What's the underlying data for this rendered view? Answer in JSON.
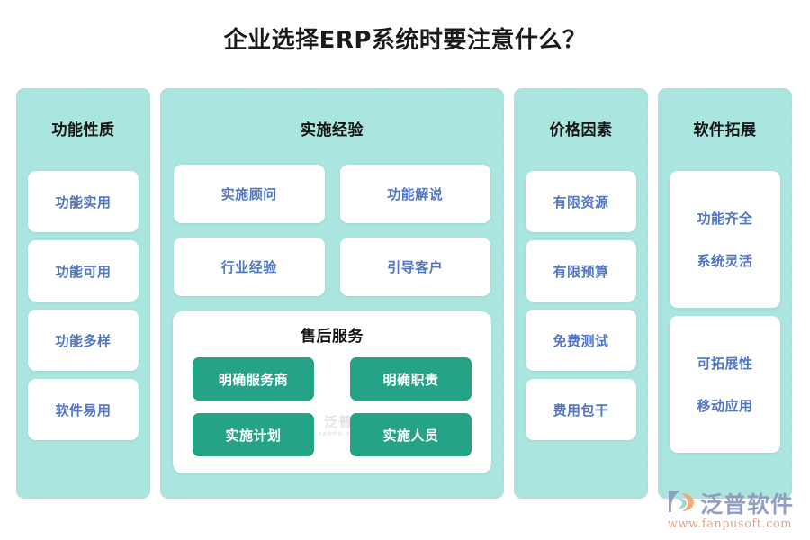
{
  "title": "企业选择ERP系统时要注意什么？",
  "colors": {
    "panel_bg": "#ABE5E0",
    "card_bg": "#FFFFFF",
    "card_text": "#5076C4",
    "green_card": "#25A386",
    "green_card_text": "#FFFFFF",
    "header_text": "#141414",
    "page_bg": "#FFFFFF"
  },
  "columns": [
    {
      "header": "功能性质",
      "cards": [
        "功能实用",
        "功能可用",
        "功能多样",
        "软件易用"
      ]
    },
    {
      "header": "实施经验",
      "cards": [
        "实施顾问",
        "功能解说",
        "行业经验",
        "引导客户"
      ],
      "subpanel": {
        "title": "售后服务",
        "cards": [
          "明确服务商",
          "明确职责",
          "实施计划",
          "实施人员"
        ]
      }
    },
    {
      "header": "价格因素",
      "cards": [
        "有限资源",
        "有限预算",
        "免费测试",
        "费用包干"
      ]
    },
    {
      "header": "软件拓展",
      "tall_cards": [
        {
          "line1": "功能齐全",
          "line2": "系统灵活"
        },
        {
          "line1": "可拓展性",
          "line2": "移动应用"
        }
      ]
    }
  ],
  "watermark": {
    "text": "泛普软件",
    "sub": "FANPU SOFTWARE"
  },
  "brand": {
    "name": "泛普软件",
    "url": "www.fanpusoft.com"
  }
}
